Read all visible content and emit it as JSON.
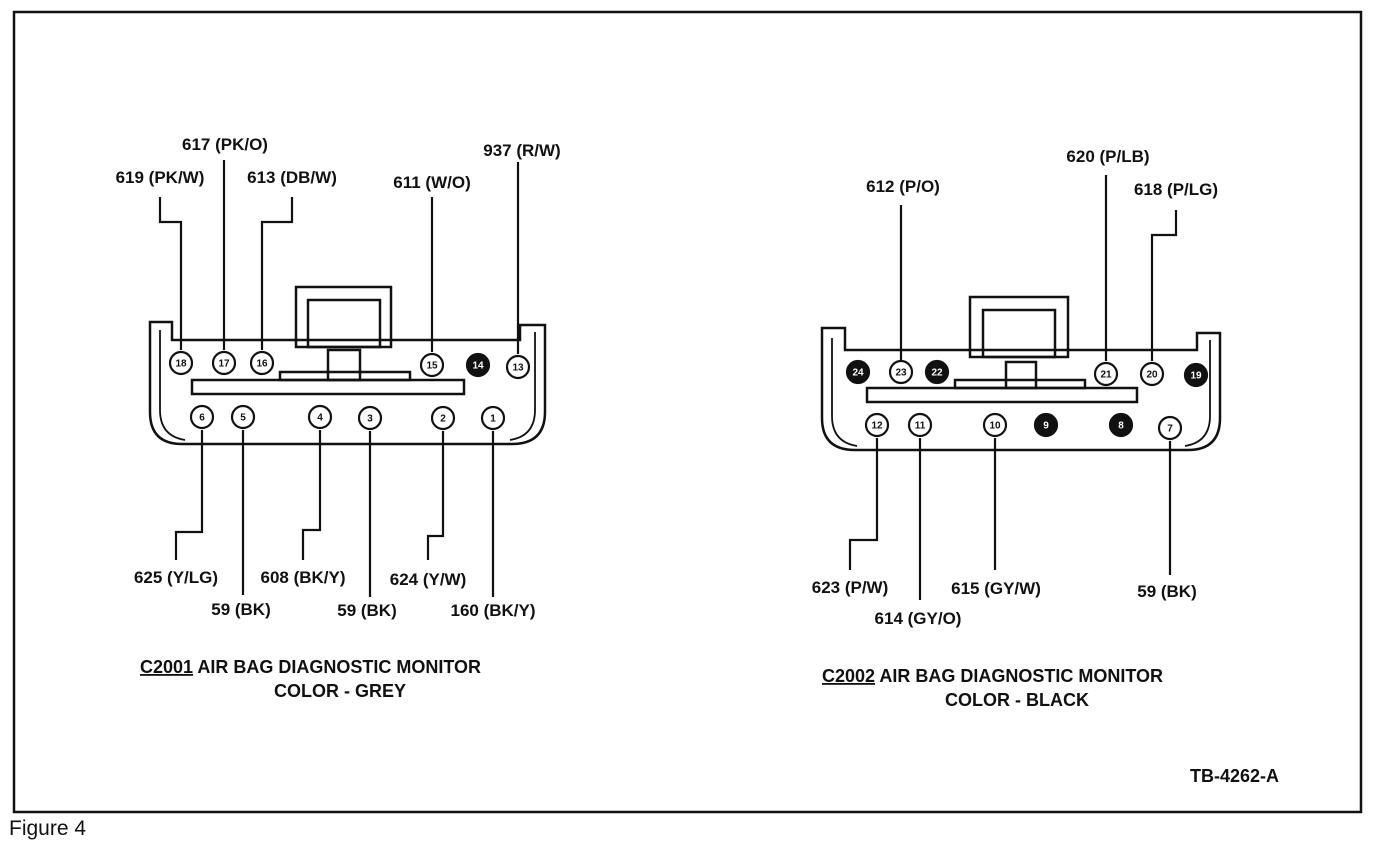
{
  "figure_caption": "Figure 4",
  "reference_code": "TB-4262-A",
  "connectors": [
    {
      "id": "C2001",
      "title_rest": " AIR BAG DIAGNOSTIC MONITOR",
      "subtitle": "COLOR - GREY",
      "top_pins": [
        {
          "num": "18",
          "filled": false
        },
        {
          "num": "17",
          "filled": false
        },
        {
          "num": "16",
          "filled": false
        },
        {
          "num": "15",
          "filled": false
        },
        {
          "num": "14",
          "filled": true
        },
        {
          "num": "13",
          "filled": false
        }
      ],
      "bottom_pins": [
        {
          "num": "6",
          "filled": false
        },
        {
          "num": "5",
          "filled": false
        },
        {
          "num": "4",
          "filled": false
        },
        {
          "num": "3",
          "filled": false
        },
        {
          "num": "2",
          "filled": false
        },
        {
          "num": "1",
          "filled": false
        }
      ],
      "top_wires": [
        {
          "label": "619 (PK/W)"
        },
        {
          "label": "617 (PK/O)"
        },
        {
          "label": "613 (DB/W)"
        },
        {
          "label": "611 (W/O)"
        },
        {
          "label": "937 (R/W)"
        }
      ],
      "bottom_wires": [
        {
          "label": "625 (Y/LG)"
        },
        {
          "label": "59 (BK)"
        },
        {
          "label": "608 (BK/Y)"
        },
        {
          "label": "59 (BK)"
        },
        {
          "label": "624 (Y/W)"
        },
        {
          "label": "160 (BK/Y)"
        }
      ]
    },
    {
      "id": "C2002",
      "title_rest": " AIR BAG DIAGNOSTIC MONITOR",
      "subtitle": "COLOR - BLACK",
      "top_pins": [
        {
          "num": "24",
          "filled": true
        },
        {
          "num": "23",
          "filled": false
        },
        {
          "num": "22",
          "filled": true
        },
        {
          "num": "21",
          "filled": false
        },
        {
          "num": "20",
          "filled": false
        },
        {
          "num": "19",
          "filled": true
        }
      ],
      "bottom_pins": [
        {
          "num": "12",
          "filled": false
        },
        {
          "num": "11",
          "filled": false
        },
        {
          "num": "10",
          "filled": false
        },
        {
          "num": "9",
          "filled": true
        },
        {
          "num": "8",
          "filled": true
        },
        {
          "num": "7",
          "filled": false
        }
      ],
      "top_wires": [
        {
          "label": "612 (P/O)"
        },
        {
          "label": "620 (P/LB)"
        },
        {
          "label": "618 (P/LG)"
        }
      ],
      "bottom_wires": [
        {
          "label": "623 (P/W)"
        },
        {
          "label": "614 (GY/O)"
        },
        {
          "label": "615 (GY/W)"
        },
        {
          "label": "59 (BK)"
        }
      ]
    }
  ]
}
